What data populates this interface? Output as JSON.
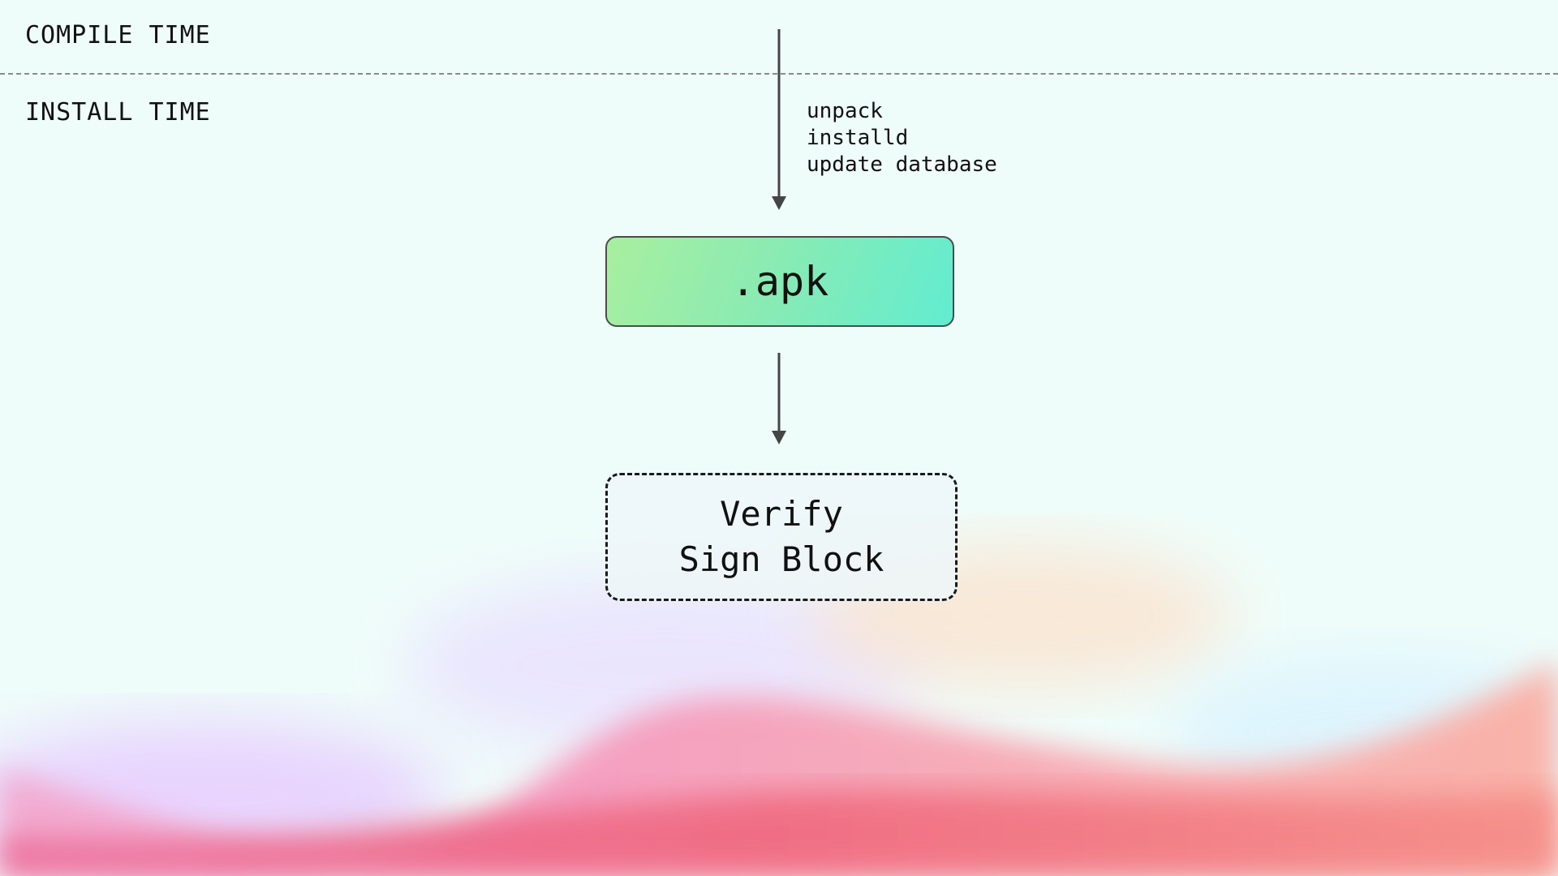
{
  "phases": {
    "compile": "COMPILE TIME",
    "install": "INSTALL TIME"
  },
  "install_steps": [
    "unpack",
    "installd",
    "update database"
  ],
  "nodes": {
    "apk": ".apk",
    "verify_line1": "Verify",
    "verify_line2": "Sign Block"
  },
  "colors": {
    "background": "#effdfa",
    "apk_gradient_start": "#a8ef9f",
    "apk_gradient_end": "#62ecd0",
    "arrow": "#454545",
    "divider": "#8a8a8a"
  }
}
